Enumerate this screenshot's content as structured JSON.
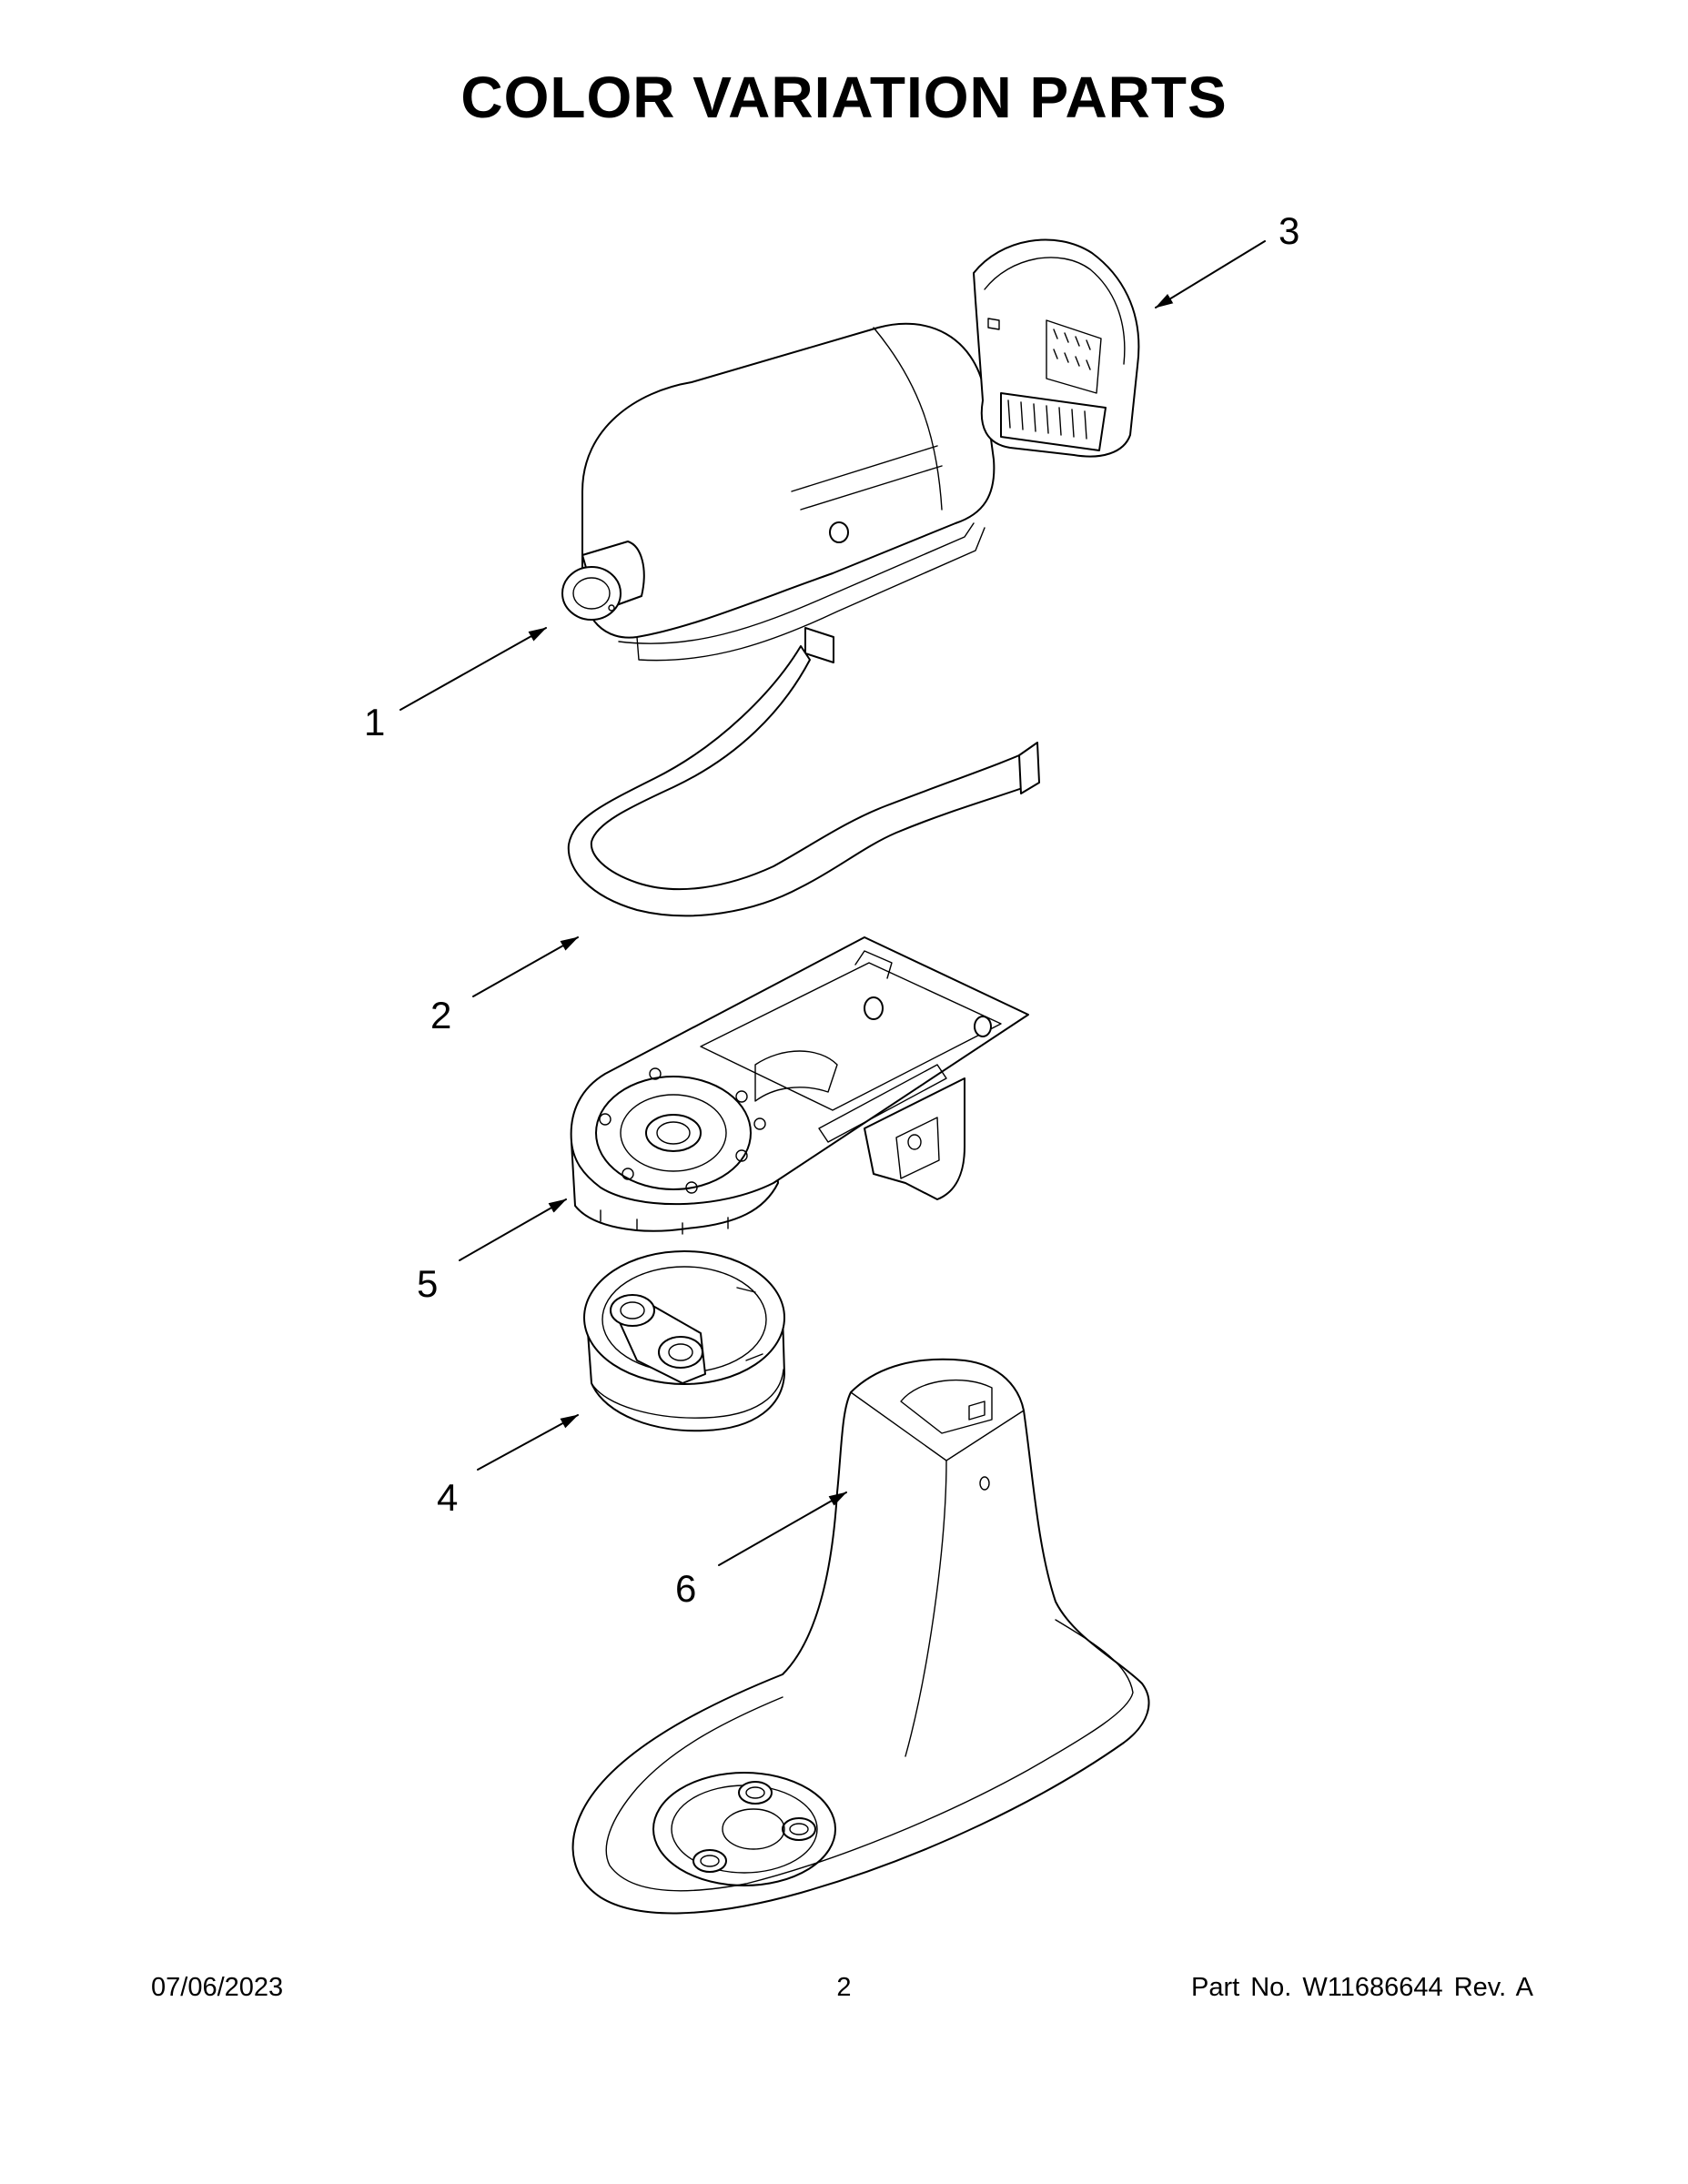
{
  "page": {
    "title": "COLOR VARIATION PARTS"
  },
  "callouts": [
    {
      "id": "callout-1",
      "number": "1"
    },
    {
      "id": "callout-2",
      "number": "2"
    },
    {
      "id": "callout-3",
      "number": "3"
    },
    {
      "id": "callout-4",
      "number": "4"
    },
    {
      "id": "callout-5",
      "number": "5"
    },
    {
      "id": "callout-6",
      "number": "6"
    }
  ],
  "footer": {
    "date": "07/06/2023",
    "page_number": "2",
    "part_info": "Part No.  W11686644  Rev.  A"
  },
  "colors": {
    "line": "#000000",
    "background": "#ffffff"
  }
}
